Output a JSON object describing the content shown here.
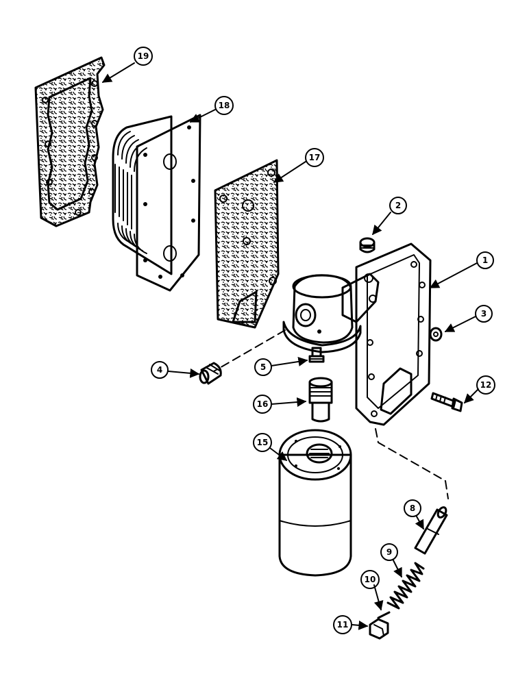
{
  "diagram": {
    "callouts": [
      {
        "id": "c1",
        "label": "1"
      },
      {
        "id": "c2",
        "label": "2"
      },
      {
        "id": "c3",
        "label": "3"
      },
      {
        "id": "c4",
        "label": "4"
      },
      {
        "id": "c5",
        "label": "5"
      },
      {
        "id": "c8",
        "label": "8"
      },
      {
        "id": "c9",
        "label": "9"
      },
      {
        "id": "c10",
        "label": "10"
      },
      {
        "id": "c11",
        "label": "11"
      },
      {
        "id": "c12",
        "label": "12"
      },
      {
        "id": "c15",
        "label": "15"
      },
      {
        "id": "c16",
        "label": "16"
      },
      {
        "id": "c17",
        "label": "17"
      },
      {
        "id": "c18",
        "label": "18"
      },
      {
        "id": "c19",
        "label": "19"
      }
    ],
    "colors": {
      "ink": "#000000",
      "paper": "#ffffff"
    }
  }
}
